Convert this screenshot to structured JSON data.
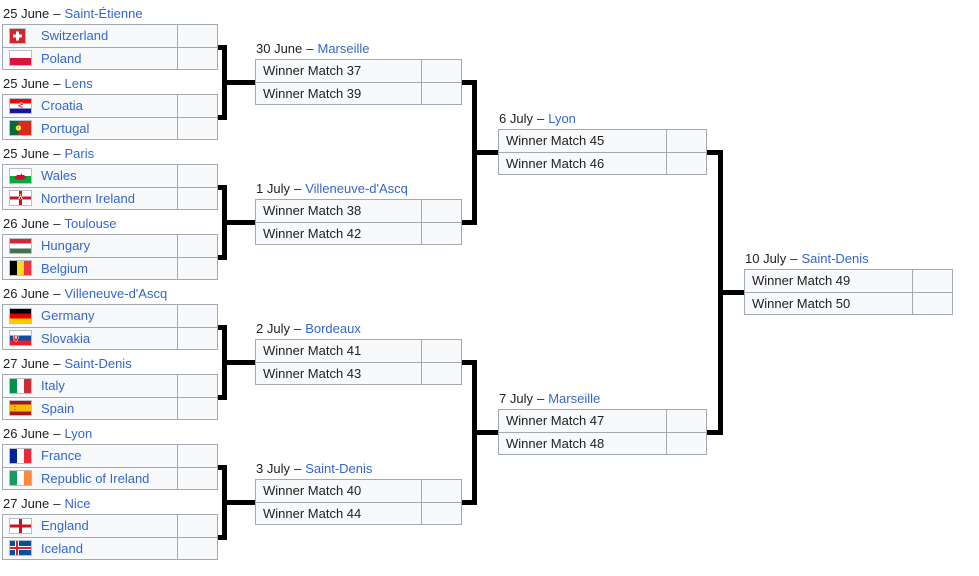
{
  "bracket": {
    "header_separator": "–",
    "colors": {
      "link_blue": "#3366cc",
      "date_text": "#202122",
      "cell_background": "#f8f9fa",
      "cell_border": "#a2a9b1",
      "connector_black": "#000000"
    },
    "rounds": [
      {
        "key": "round-of-16",
        "matches": [
          {
            "date": "25 June",
            "city": "Saint-Étienne",
            "teams": [
              {
                "label": "Switzerland",
                "flag": "switzerland"
              },
              {
                "label": "Poland",
                "flag": "poland"
              }
            ],
            "scores": [
              "",
              ""
            ]
          },
          {
            "date": "25 June",
            "city": "Lens",
            "teams": [
              {
                "label": "Croatia",
                "flag": "croatia"
              },
              {
                "label": "Portugal",
                "flag": "portugal"
              }
            ],
            "scores": [
              "",
              ""
            ]
          },
          {
            "date": "25 June",
            "city": "Paris",
            "teams": [
              {
                "label": "Wales",
                "flag": "wales"
              },
              {
                "label": "Northern Ireland",
                "flag": "northern-ireland"
              }
            ],
            "scores": [
              "",
              ""
            ]
          },
          {
            "date": "26 June",
            "city": "Toulouse",
            "teams": [
              {
                "label": "Hungary",
                "flag": "hungary"
              },
              {
                "label": "Belgium",
                "flag": "belgium"
              }
            ],
            "scores": [
              "",
              ""
            ]
          },
          {
            "date": "26 June",
            "city": "Villeneuve-d'Ascq",
            "teams": [
              {
                "label": "Germany",
                "flag": "germany"
              },
              {
                "label": "Slovakia",
                "flag": "slovakia"
              }
            ],
            "scores": [
              "",
              ""
            ]
          },
          {
            "date": "27 June",
            "city": "Saint-Denis",
            "teams": [
              {
                "label": "Italy",
                "flag": "italy"
              },
              {
                "label": "Spain",
                "flag": "spain"
              }
            ],
            "scores": [
              "",
              ""
            ]
          },
          {
            "date": "26 June",
            "city": "Lyon",
            "teams": [
              {
                "label": "France",
                "flag": "france"
              },
              {
                "label": "Republic of Ireland",
                "flag": "republic-of-ireland"
              }
            ],
            "scores": [
              "",
              ""
            ]
          },
          {
            "date": "27 June",
            "city": "Nice",
            "teams": [
              {
                "label": "England",
                "flag": "england"
              },
              {
                "label": "Iceland",
                "flag": "iceland"
              }
            ],
            "scores": [
              "",
              ""
            ]
          }
        ]
      },
      {
        "key": "quarter-finals",
        "matches": [
          {
            "date": "30 June",
            "city": "Marseille",
            "teams": [
              {
                "label": "Winner Match 37",
                "flag": null
              },
              {
                "label": "Winner Match 39",
                "flag": null
              }
            ],
            "scores": [
              "",
              ""
            ]
          },
          {
            "date": "1 July",
            "city": "Villeneuve-d'Ascq",
            "teams": [
              {
                "label": "Winner Match 38",
                "flag": null
              },
              {
                "label": "Winner Match 42",
                "flag": null
              }
            ],
            "scores": [
              "",
              ""
            ]
          },
          {
            "date": "2 July",
            "city": "Bordeaux",
            "teams": [
              {
                "label": "Winner Match 41",
                "flag": null
              },
              {
                "label": "Winner Match 43",
                "flag": null
              }
            ],
            "scores": [
              "",
              ""
            ]
          },
          {
            "date": "3 July",
            "city": "Saint-Denis",
            "teams": [
              {
                "label": "Winner Match 40",
                "flag": null
              },
              {
                "label": "Winner Match 44",
                "flag": null
              }
            ],
            "scores": [
              "",
              ""
            ]
          }
        ]
      },
      {
        "key": "semi-finals",
        "matches": [
          {
            "date": "6 July",
            "city": "Lyon",
            "teams": [
              {
                "label": "Winner Match 45",
                "flag": null
              },
              {
                "label": "Winner Match 46",
                "flag": null
              }
            ],
            "scores": [
              "",
              ""
            ]
          },
          {
            "date": "7 July",
            "city": "Marseille",
            "teams": [
              {
                "label": "Winner Match 47",
                "flag": null
              },
              {
                "label": "Winner Match 48",
                "flag": null
              }
            ],
            "scores": [
              "",
              ""
            ]
          }
        ]
      },
      {
        "key": "final",
        "matches": [
          {
            "date": "10 July",
            "city": "Saint-Denis",
            "teams": [
              {
                "label": "Winner Match 49",
                "flag": null
              },
              {
                "label": "Winner Match 50",
                "flag": null
              }
            ],
            "scores": [
              "",
              ""
            ]
          }
        ]
      }
    ]
  }
}
